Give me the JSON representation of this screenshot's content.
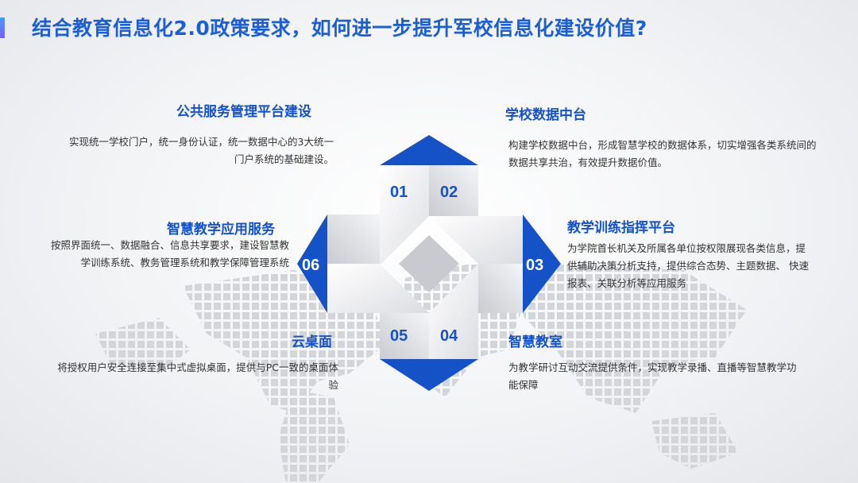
{
  "title": "结合教育信息化2.0政策要求，如何进一步提升军校信息化建设价值?",
  "items": [
    {
      "num": "01",
      "heading": "公共服务管理平台建设",
      "desc": "实现统一学校门户，统一身份认证，统一数据中心的3大统一门户系统的基础建设。"
    },
    {
      "num": "02",
      "heading": "学校数据中台",
      "desc": "构建学校数据中台，形成智慧学校的数据体系，切实增强各类系统间的数据共享共治，有效提升数据价值。"
    },
    {
      "num": "03",
      "heading": "教学训练指挥平台",
      "desc": "为学院首长机关及所属各单位按权限展现各类信息，提供辅助决策分析支持，提供综合态势、主题数据、 快速报表、关联分析等应用服务"
    },
    {
      "num": "04",
      "heading": "智慧教室",
      "desc": "为教学研讨互动交流提供条件，实现教学录播、直播等智慧教学功能保障"
    },
    {
      "num": "05",
      "heading": "云桌面",
      "desc": "将授权用户安全连接至集中式虚拟桌面，提供与PC一致的桌面体验"
    },
    {
      "num": "06",
      "heading": "智慧教学应用服务",
      "desc": "按照界面统一、数据融合、信息共享要求，建设智慧教学训练系统、教务管理系统和教学保障管理系统"
    }
  ],
  "colors": {
    "accent": "#1552c8",
    "title": "#1a5fd6"
  }
}
